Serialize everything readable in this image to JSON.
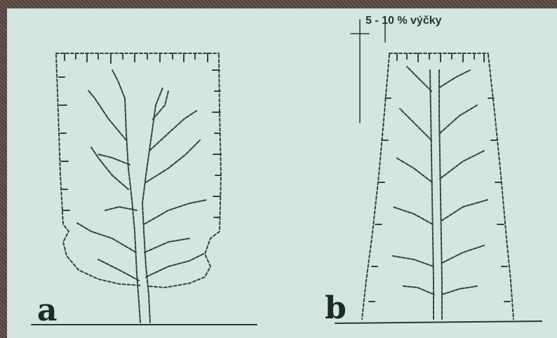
{
  "diagram": {
    "annotation": "5 - 10 % výčky",
    "panels": [
      {
        "id": "a",
        "label": "a"
      },
      {
        "id": "b",
        "label": "b"
      }
    ]
  }
}
